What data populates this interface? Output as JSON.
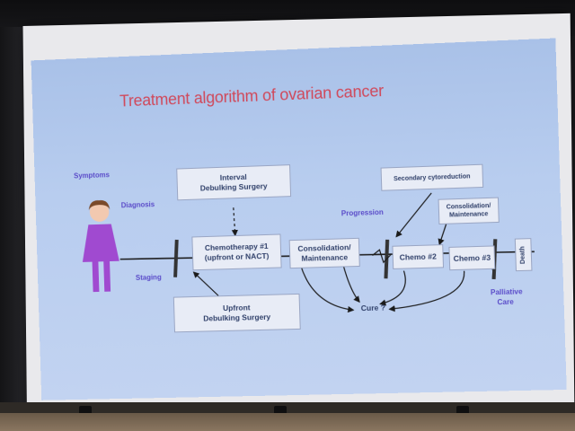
{
  "slide": {
    "title": "Treatment algorithm of ovarian cancer",
    "labels": {
      "symptoms": "Symptoms",
      "diagnosis": "Diagnosis",
      "staging": "Staging",
      "progression": "Progression",
      "palliative_line1": "Palliative",
      "palliative_line2": "Care"
    },
    "boxes": {
      "interval_line1": "Interval",
      "interval_line2": "Debulking Surgery",
      "chemo1_line1": "Chemotherapy #1",
      "chemo1_line2": "(upfront or NACT)",
      "consolidation_line1": "Consolidation/",
      "consolidation_line2": "Maintenance",
      "secondary": "Secondary cytoreduction",
      "consolidation2_line1": "Consolidation/",
      "consolidation2_line2": "Maintenance",
      "chemo2": "Chemo #2",
      "chemo3": "Chemo #3",
      "death": "Death",
      "cure": "Cure ?",
      "upfront_line1": "Upfront",
      "upfront_line2": "Debulking Surgery"
    },
    "colors": {
      "title": "#d0485a",
      "labels": "#5a4bc9",
      "person": "#a04ad0",
      "background": "#b8cdef"
    },
    "icons": [
      "person-icon"
    ]
  }
}
